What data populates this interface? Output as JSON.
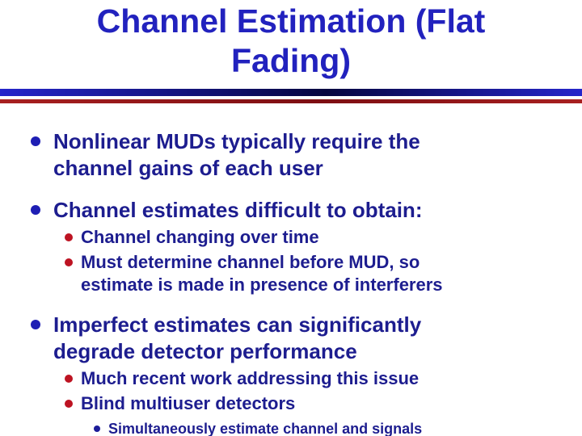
{
  "slide": {
    "title": {
      "line1": "Channel Estimation (Flat",
      "line2": "Fading)"
    },
    "bullets": [
      {
        "level": 1,
        "text": "Nonlinear MUDs typically require the channel gains of each user"
      },
      {
        "level": 1,
        "text": "Channel estimates difficult to obtain:"
      },
      {
        "level": 2,
        "text": "Channel changing over time"
      },
      {
        "level": 2,
        "text": "Must determine channel before MUD, so estimate is made in presence of interferers"
      },
      {
        "level": 1,
        "text": "Imperfect estimates can significantly degrade detector performance"
      },
      {
        "level": 2,
        "text": "Much recent work addressing this issue"
      },
      {
        "level": 2,
        "text": "Blind multiuser detectors"
      },
      {
        "level": 3,
        "text": "Simultaneously estimate channel and signals"
      }
    ],
    "colors": {
      "background": "#ffffff",
      "title_text": "#2222be",
      "body_text": "#1d1d8f",
      "bullet_l1": "#1e1eb4",
      "bullet_l2": "#bd1322",
      "bullet_l3": "#1d1d99",
      "rule_blue_bright": "#2525cb",
      "rule_blue_dark": "#05053f",
      "rule_red_bright": "#a82020",
      "rule_red_dark": "#7d0e12"
    }
  }
}
